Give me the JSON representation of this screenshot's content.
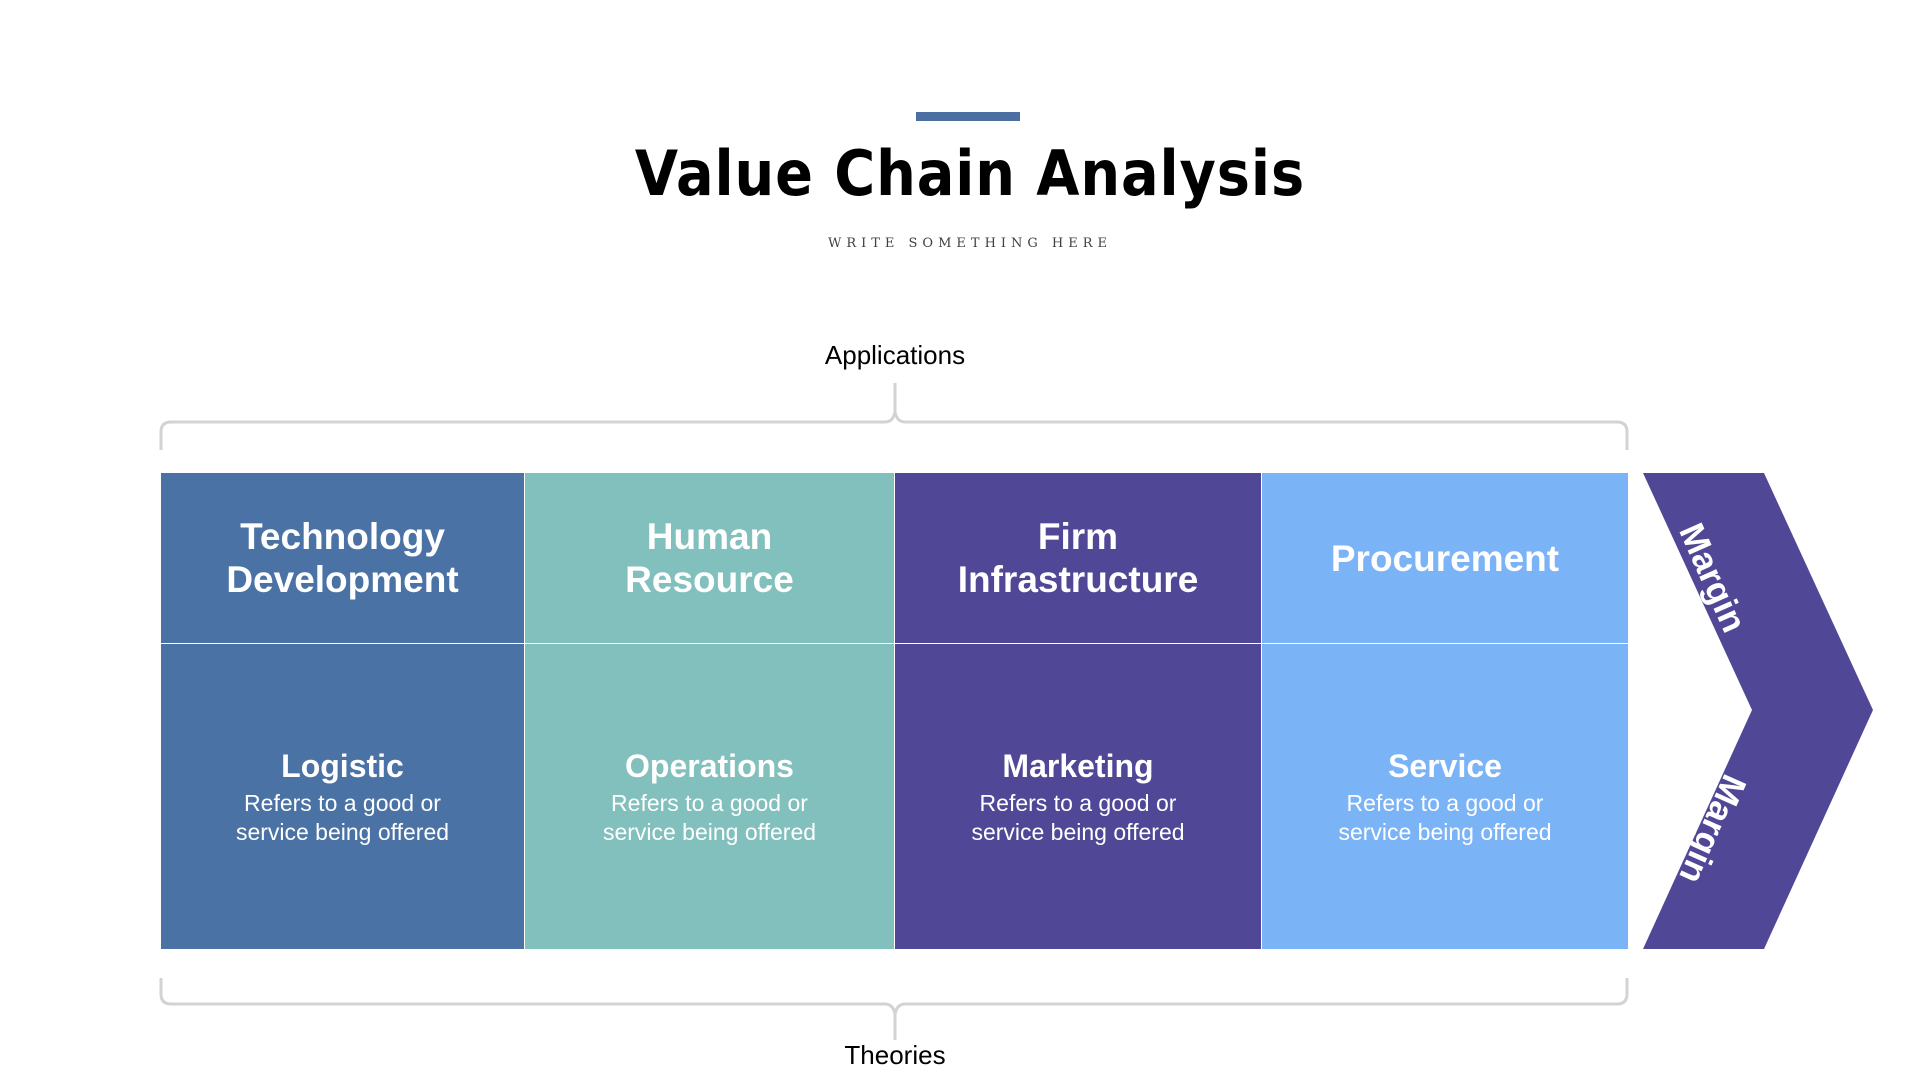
{
  "header": {
    "title": "Value Chain Analysis",
    "subtitle": "WRITE SOMETHING HERE"
  },
  "brackets": {
    "top_label": "Applications",
    "bottom_label": "Theories"
  },
  "primary_activities_top": [
    {
      "label": "Technology Development",
      "color": "#4a72a5"
    },
    {
      "label": "Human Resource",
      "color": "#82c0bd"
    },
    {
      "label": "Firm Infrastructure",
      "color": "#504896"
    },
    {
      "label": "Procurement",
      "color": "#7bb3f7"
    }
  ],
  "primary_activities_bottom": [
    {
      "title": "Logistic",
      "description": "Refers to a good or service being offered",
      "color": "#4a72a5"
    },
    {
      "title": "Operations",
      "description": "Refers to a good or service being offered",
      "color": "#82c0bd"
    },
    {
      "title": "Marketing",
      "description": "Refers to a good or service being offered",
      "color": "#504896"
    },
    {
      "title": "Service",
      "description": "Refers to a good or service being offered",
      "color": "#7bb3f7"
    }
  ],
  "margin": {
    "label_top": "Margin",
    "label_bottom": "Margin",
    "color": "#504896"
  }
}
